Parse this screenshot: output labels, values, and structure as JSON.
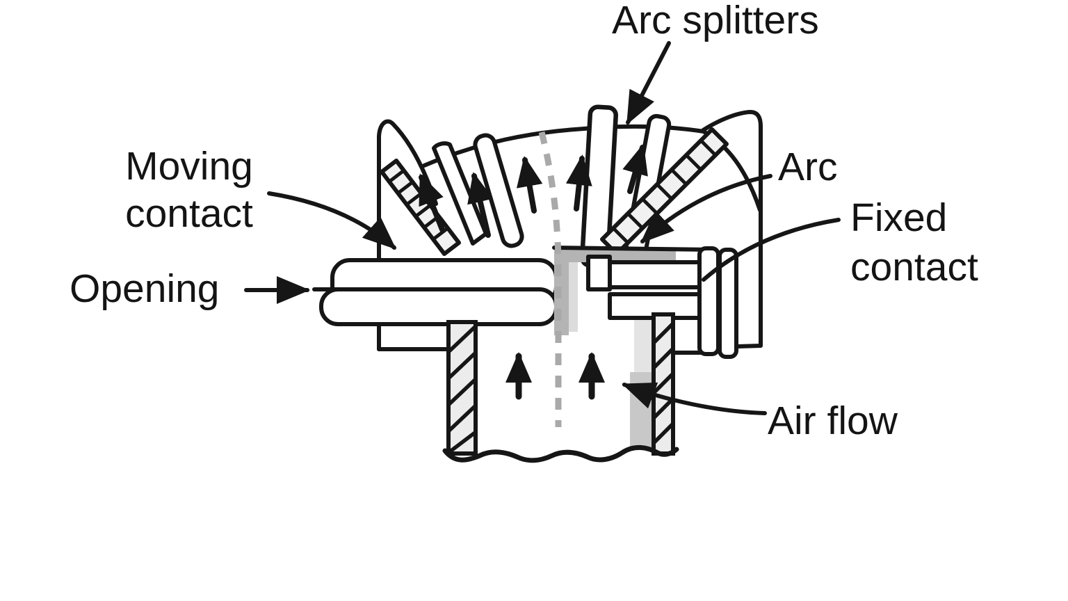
{
  "figure": {
    "type": "technical-diagram",
    "subject": "air circuit breaker arc chute cross-section",
    "labels": {
      "arc_splitters": "Arc splitters",
      "moving_contact_line1": "Moving",
      "moving_contact_line2": "contact",
      "opening": "Opening",
      "arc": "Arc",
      "fixed_contact_line1": "Fixed",
      "fixed_contact_line2": "contact",
      "air_flow": "Air flow"
    },
    "colors": {
      "ink": "#161616",
      "background": "#ffffff",
      "splitter_plate_fill": "#f1f1f1",
      "hatch_wall_fill": "#ececec",
      "arc_shade_dark": "#b4b4b4",
      "arc_shade_mid": "#c8c8c8",
      "arc_shade_light": "#dcdcdc",
      "arc_path_dash_gray": "#a9a9a9"
    }
  }
}
